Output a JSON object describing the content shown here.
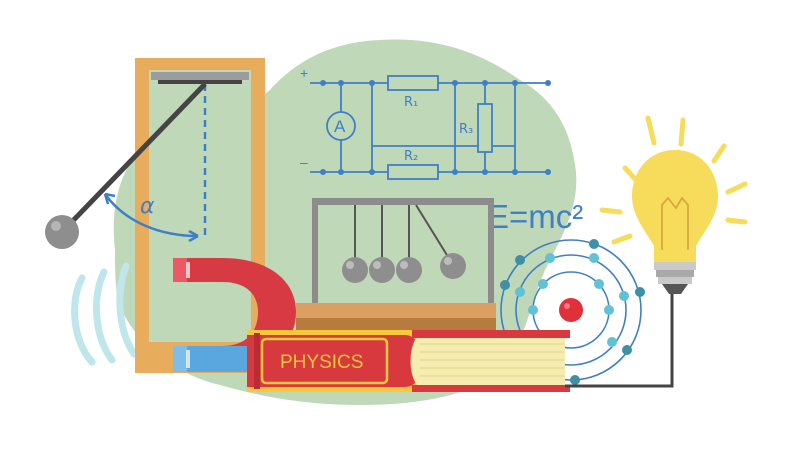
{
  "book": {
    "title": "PHYSICS"
  },
  "equation": {
    "text": "E=mc²"
  },
  "circuit": {
    "plus_sign": "+",
    "minus_sign": "–",
    "ammeter_label": "A",
    "r1_label": "R₁",
    "r2_label": "R₂",
    "r3_label": "R₃"
  },
  "pendulum": {
    "angle_label": "α"
  },
  "colors": {
    "background_blob": "#bfd8b8",
    "frame": "#e8ad5c",
    "book_cover": "#d8393f",
    "book_band": "#f6c83a",
    "book_pages": "#f5ecb0",
    "magnet_red": "#d83a44",
    "magnet_blue": "#5aa6df",
    "wire_blue": "#3f7fc6",
    "bulb_yellow": "#f6dc5a",
    "nucleus": "#e0303a",
    "electron": "#5fc2d6",
    "pendulum_ball": "#8e8e8e",
    "wood": "#c98b4a"
  },
  "icons": [
    "pendulum-icon",
    "horseshoe-magnet-icon",
    "newtons-cradle-icon",
    "atom-icon",
    "light-bulb-icon",
    "book-icon",
    "circuit-diagram-icon"
  ]
}
